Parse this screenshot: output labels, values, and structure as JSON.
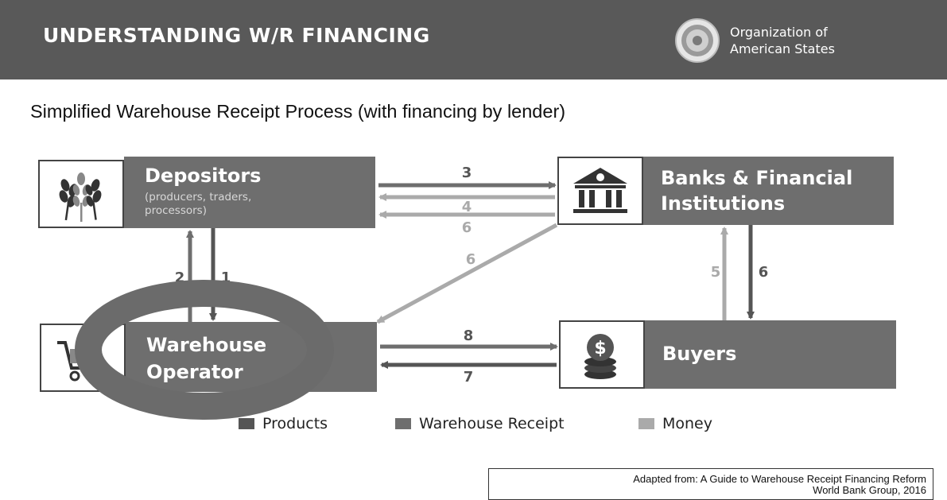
{
  "header": {
    "title": "UNDERSTANDING W/R FINANCING",
    "org_line1": "Organization of",
    "org_line2": "American States",
    "bg_color": "#595959"
  },
  "subtitle": "Simplified Warehouse Receipt Process (with financing by lender)",
  "nodes": {
    "depositors": {
      "title": "Depositors",
      "sub1": "(producers, traders,",
      "sub2": "processors)",
      "icon": "wheat-icon"
    },
    "banks": {
      "title1": "Banks & Financial",
      "title2": "Institutions",
      "icon": "bank-icon"
    },
    "warehouse": {
      "title1": "Warehouse",
      "title2": "Operator",
      "icon": "cart-icon"
    },
    "buyers": {
      "title": "Buyers",
      "icon": "coins-icon"
    }
  },
  "flows": {
    "f1": "1",
    "f2": "2",
    "f3": "3",
    "f4": "4",
    "f5": "5",
    "f6a": "6",
    "f6b": "6",
    "f6c": "6",
    "f7": "7",
    "f8": "8"
  },
  "legend": {
    "products": {
      "label": "Products",
      "color": "#555555"
    },
    "receipt": {
      "label": "Warehouse Receipt",
      "color": "#6e6e6e"
    },
    "money": {
      "label": "Money",
      "color": "#aaaaaa"
    }
  },
  "credit": {
    "line1": "Adapted from: A Guide to Warehouse Receipt Financing Reform",
    "line2": "World Bank Group, 2016"
  }
}
